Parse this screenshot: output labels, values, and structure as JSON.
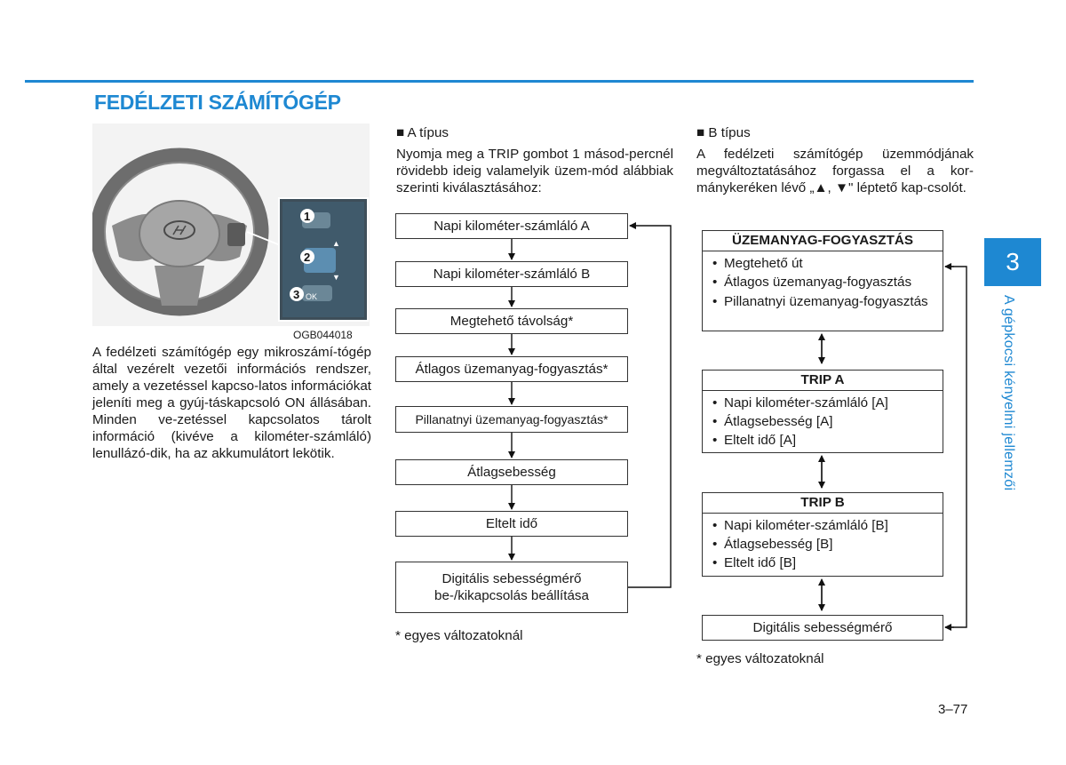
{
  "header": {
    "title": "FEDÉLZETI SZÁMÍTÓGÉP"
  },
  "figure": {
    "code": "OGB044018",
    "markers": [
      "1",
      "2",
      "3"
    ],
    "button_labels": [
      "OK"
    ]
  },
  "left_text": "A fedélzeti számítógép egy mikroszámí-tógép által vezérelt vezetői információs rendszer, amely a vezetéssel kapcso-latos információkat jeleníti meg a gyúj-táskapcsoló ON állásában. Minden ve-zetéssel kapcsolatos tárolt információ (kivéve a kilométer-számláló) lenullázó-dik, ha az akkumulátort lekötik.",
  "type_a": {
    "heading": "■ A típus",
    "intro": "Nyomja meg a TRIP gombot 1 másod-percnél rövidebb ideig valamelyik üzem-mód alábbiak szerinti kiválasztásához:",
    "flow": [
      "Napi kilométer-számláló A",
      "Napi kilométer-számláló B",
      "Megtehető távolság*",
      "Átlagos üzemanyag-fogyasztás*",
      "Pillanatnyi üzemanyag-fogyasztás*",
      "Átlagsebesség",
      "Eltelt idő",
      "Digitális sebességmérő be-/kikapcsolás beállítása"
    ],
    "footnote": "* egyes változatoknál"
  },
  "type_b": {
    "heading": "■ B típus",
    "intro": "A fedélzeti számítógép üzemmódjának megváltoztatásához forgassa el a kor-mánykeréken lévő „▲, ▼\" léptető kap-csolót.",
    "groups": [
      {
        "title": "ÜZEMANYAG-FOGYASZTÁS",
        "items": [
          "Megtehető út",
          "Átlagos üzemanyag-fogyasztás",
          "Pillanatnyi üzemanyag-fogyasztás"
        ]
      },
      {
        "title": "TRIP A",
        "items": [
          "Napi kilométer-számláló [A]",
          "Átlagsebesség [A]",
          "Eltelt idő [A]"
        ]
      },
      {
        "title": "TRIP B",
        "items": [
          "Napi kilométer-számláló [B]",
          "Átlagsebesség [B]",
          "Eltelt idő [B]"
        ]
      }
    ],
    "last": "Digitális sebességmérő",
    "footnote": "* egyes változatoknál"
  },
  "side_tab": {
    "number": "3",
    "text": "A gépkocsi kényelmi jellemzői"
  },
  "page_number": "3–77",
  "colors": {
    "accent": "#1e88d2"
  }
}
